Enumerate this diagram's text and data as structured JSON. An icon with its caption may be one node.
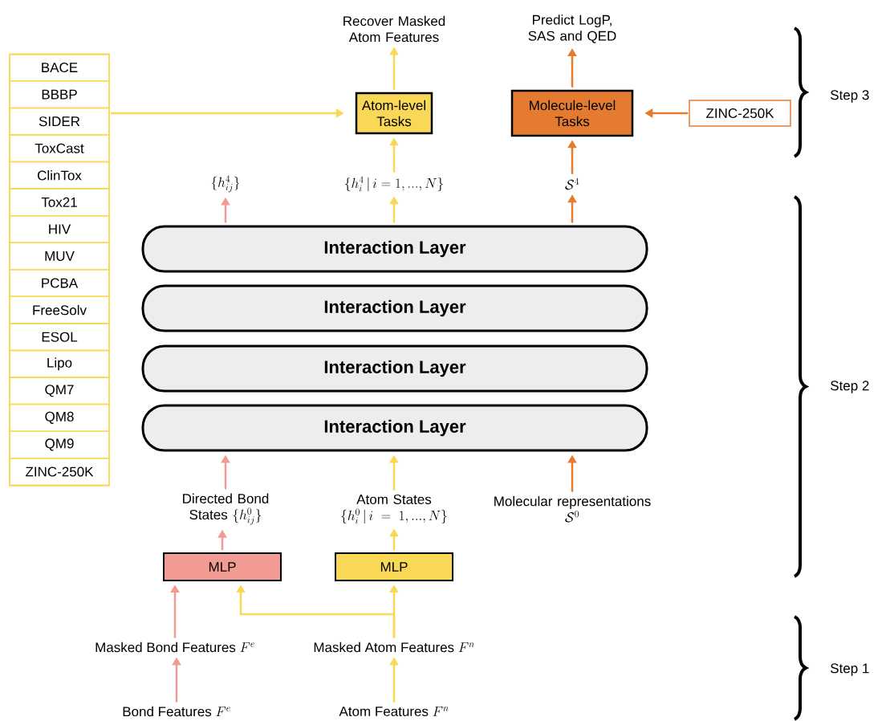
{
  "diagram": {
    "nodes": [
      {
        "text": [
          "Recover Masked Atom Features"
        ]
      },
      {
        "text": [
          "Predict LogP, SAS and QED"
        ]
      },
      {
        "text": [
          "Atom-level Tasks"
        ]
      },
      {
        "text": [
          "Molecule-level Tasks"
        ]
      },
      {
        "text": [
          "ZINC-250K"
        ]
      },
      {
        "text": [],
        "shape": "box"
      },
      {
        "text": [
          "BACE"
        ],
        "in": 5
      },
      {
        "text": [
          "BBBP"
        ],
        "in": 5
      },
      {
        "text": [
          "SIDER"
        ],
        "in": 5
      },
      {
        "text": [
          "ToxCast"
        ],
        "in": 5
      },
      {
        "text": [
          "ClinTox"
        ],
        "in": 5
      },
      {
        "text": [
          "Tox21"
        ],
        "in": 5
      },
      {
        "text": [
          "HIV"
        ],
        "in": 5
      },
      {
        "text": [
          "MUV"
        ],
        "in": 5
      },
      {
        "text": [
          "PCBA"
        ],
        "in": 5
      },
      {
        "text": [
          "FreeSolv"
        ],
        "in": 5
      },
      {
        "text": [
          "ESOL"
        ],
        "in": 5
      },
      {
        "text": [
          "Lipo"
        ],
        "in": 5
      },
      {
        "text": [
          "QM7"
        ],
        "in": 5
      },
      {
        "text": [
          "QM8"
        ],
        "in": 5
      },
      {
        "text": [
          "QM9"
        ],
        "in": 5
      },
      {
        "text": [
          "ZINC-250K"
        ],
        "in": 5
      },
      {
        "text": [
          "\\{h_{ij}^{4}\\}"
        ]
      },
      {
        "text": [
          "\\{h_{i}^{4}\\,|\\,i=1,...,N\\}"
        ]
      },
      {
        "text": [
          "\\mathcal{S}^{4}"
        ]
      },
      {
        "text": [
          "Interaction Layer"
        ]
      },
      {
        "text": [
          "Interaction Layer"
        ]
      },
      {
        "text": [
          "Interaction Layer"
        ]
      },
      {
        "text": [
          "Interaction Layer"
        ]
      },
      {
        "text": [
          "Directed Bond States",
          "\\{h_{ij}^{0}\\}"
        ]
      },
      {
        "text": [
          "Atom States",
          "\\{h_{i}^{0}\\,|\\,i=1,...,N\\}"
        ]
      },
      {
        "text": [
          "Molecular representations",
          "\\mathcal{S}^{0}"
        ]
      },
      {
        "text": [
          "MLP"
        ]
      },
      {
        "text": [
          "MLP"
        ]
      },
      {
        "text": [
          "Masked Bond Features",
          "F^{e}"
        ]
      },
      {
        "text": [
          "Masked Atom Features",
          "F^{n}"
        ]
      },
      {
        "text": [
          "Bond Features",
          "F^{e}"
        ]
      },
      {
        "text": [
          "Atom Features",
          "F^{n}"
        ]
      }
    ],
    "edges": [
      {
        "from": 2,
        "to": 0,
        "arrow": "to"
      },
      {
        "from": 3,
        "to": 1,
        "arrow": "to",
        "color": "#e47b30"
      },
      {
        "from": 5,
        "to": 2,
        "arrow": "to"
      },
      {
        "from": 4,
        "to": 3,
        "arrow": "to",
        "color": "#e47b30"
      },
      {
        "from": 23,
        "to": 2,
        "arrow": "to"
      },
      {
        "from": 24,
        "to": 3,
        "arrow": "to",
        "color": "#e47b30"
      },
      {
        "from": 25,
        "to": 22,
        "arrow": "to",
        "color": "#f29b92"
      },
      {
        "from": 25,
        "to": 23,
        "arrow": "to"
      },
      {
        "from": 25,
        "to": 24,
        "arrow": "to",
        "color": "#e47b30"
      },
      {
        "from": 29,
        "to": 28,
        "arrow": "to",
        "color": "#f29b92"
      },
      {
        "from": 30,
        "to": 28,
        "arrow": "to"
      },
      {
        "from": 31,
        "to": 28,
        "arrow": "to",
        "color": "#e47b30"
      },
      {
        "from": 32,
        "to": 29,
        "arrow": "to",
        "color": "#f29b92"
      },
      {
        "from": 33,
        "to": 30,
        "arrow": "to"
      },
      {
        "from": 34,
        "to": 32,
        "arrow": "to",
        "color": "#f29b92"
      },
      {
        "from": 35,
        "to": 33,
        "arrow": "to"
      },
      {
        "from": 35,
        "to": 32,
        "arrow": "to"
      },
      {
        "from": 36,
        "to": 34,
        "arrow": "to",
        "color": "#f29b92"
      },
      {
        "from": 37,
        "to": 35,
        "arrow": "to"
      }
    ],
    "labels": [
      "Step 3",
      "Step 2",
      "Step 1"
    ]
  }
}
